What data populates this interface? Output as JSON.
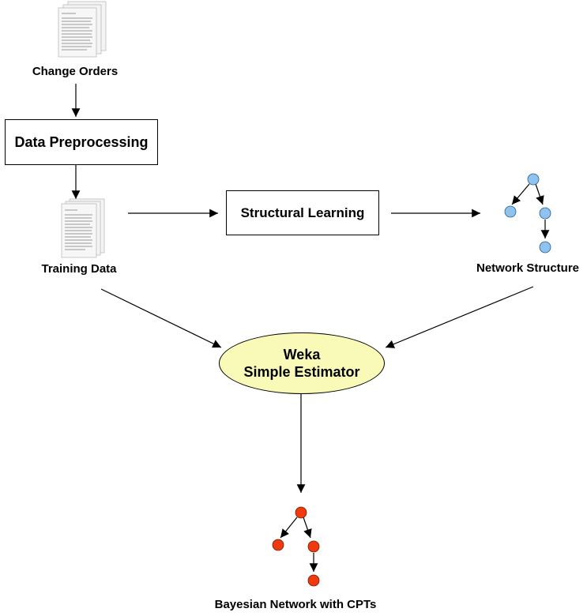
{
  "nodes": {
    "change_orders": "Change Orders",
    "data_preprocessing": "Data Preprocessing",
    "training_data": "Training Data",
    "structural_learning": "Structural Learning",
    "network_structure": "Network Structure",
    "estimator_line1": "Weka",
    "estimator_line2": "Simple Estimator",
    "bayesian_network": "Bayesian Network with CPTs"
  },
  "colors": {
    "network_structure_nodes": "#8fc3ef",
    "bayesian_network_nodes": "#ef3a10",
    "estimator_fill": "#fafab8"
  }
}
